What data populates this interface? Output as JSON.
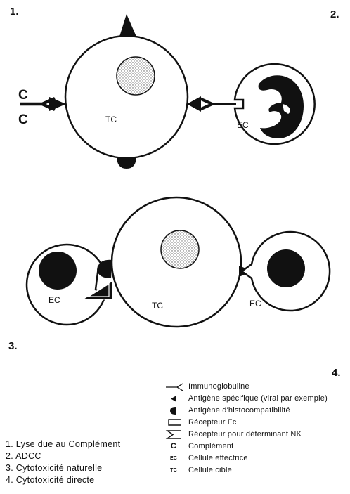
{
  "panels": {
    "p1": "1.",
    "p2": "2.",
    "p3": "3.",
    "p4": "4."
  },
  "cells": {
    "target_top": "TC",
    "effector_right": "EC",
    "target_bottom": "TC",
    "effector_left": "EC",
    "effector_bottom_right": "EC"
  },
  "complement": {
    "upper": "C",
    "lower": "C"
  },
  "mechanisms": [
    "1.  Lyse due au Complément",
    "2.  ADCC",
    "3.  Cytotoxicité naturelle",
    "4.  Cytotoxicité directe"
  ],
  "legend": [
    {
      "icon": "immunoglobulin-icon",
      "symbol": "",
      "label": "Immunoglobuline"
    },
    {
      "icon": "specific-antigen-icon",
      "symbol": "",
      "label": "Antigène spécifique (viral par exemple)"
    },
    {
      "icon": "histocompatibility-antigen-icon",
      "symbol": "",
      "label": "Antigène d'histocompatibilité"
    },
    {
      "icon": "fc-receptor-icon",
      "symbol": "",
      "label": "Récepteur Fc"
    },
    {
      "icon": "nk-receptor-icon",
      "symbol": "",
      "label": "Récepteur pour déterminant NK"
    },
    {
      "icon": "complement-icon",
      "symbol": "C",
      "label": "Complément"
    },
    {
      "icon": "effector-cell-icon",
      "symbol": "EC",
      "label": "Cellule effectrice"
    },
    {
      "icon": "target-cell-icon",
      "symbol": "TC",
      "label": "Cellule cible"
    }
  ]
}
